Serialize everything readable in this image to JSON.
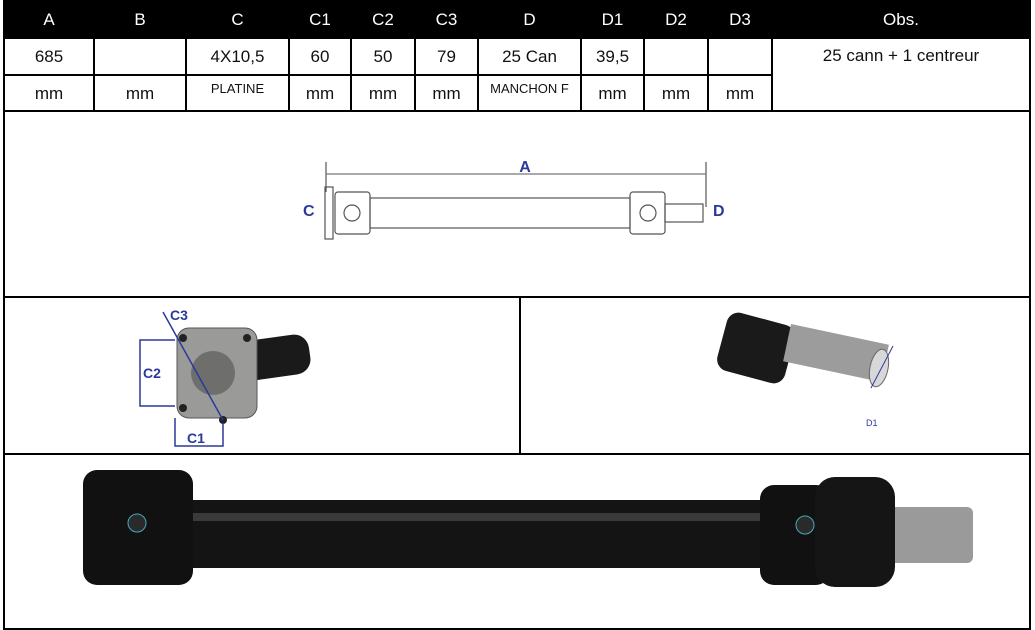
{
  "table": {
    "headers": [
      "A",
      "B",
      "C",
      "C1",
      "C2",
      "C3",
      "D",
      "D1",
      "D2",
      "D3",
      "Obs."
    ],
    "values": [
      "685",
      "",
      "4X10,5",
      "60",
      "50",
      "79",
      "25 Can",
      "39,5",
      "",
      "",
      "25 cann + 1 centreur"
    ],
    "units": [
      "mm",
      "mm",
      "PLATINE",
      "mm",
      "mm",
      "mm",
      "MANCHON F",
      "mm",
      "mm",
      "mm"
    ]
  },
  "diagram": {
    "label_a": "A",
    "label_c": "C",
    "label_d": "D"
  },
  "flange_photo": {
    "label_c1": "C1",
    "label_c2": "C2",
    "label_c3": "C3"
  },
  "sleeve_photo": {
    "label_d1": "D1"
  },
  "colors": {
    "dimension": "#2b3a9a",
    "shaft": "#111111"
  }
}
